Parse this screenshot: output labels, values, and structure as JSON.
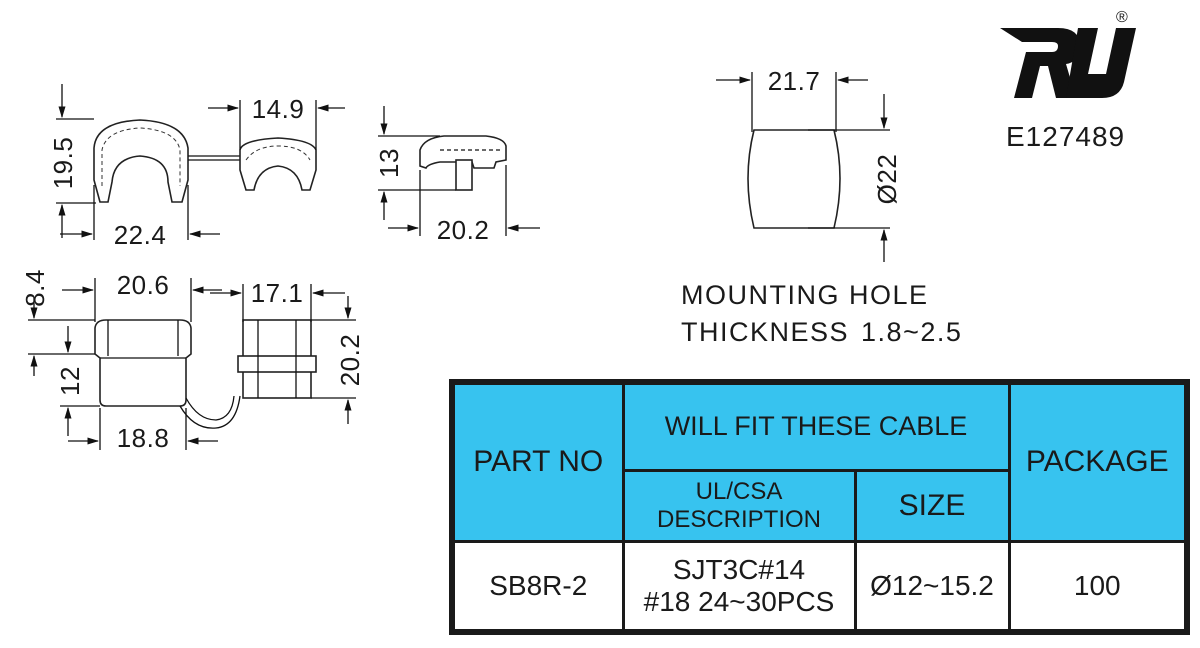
{
  "drawing": {
    "dimensions": {
      "side_height": "19.5",
      "side_width": "22.4",
      "cap_width": "14.9",
      "profile_height": "13",
      "profile_width": "20.2",
      "front_height_top": "8.4",
      "front_width": "20.6",
      "front_height_body": "12",
      "front_width_bottom": "18.8",
      "cap_front_width": "17.1",
      "cap_front_height": "20.2",
      "hole_width": "21.7",
      "hole_diameter": "Ø22"
    },
    "mounting_hole_label": "MOUNTING HOLE",
    "thickness_label": "THICKNESS",
    "thickness_value": "1.8~2.5"
  },
  "certification": {
    "registered_mark": "®",
    "file_number": "E127489"
  },
  "table": {
    "headers": {
      "part_no": "PART NO",
      "will_fit": "WILL FIT THESE CABLE",
      "ul_csa_line1": "UL/CSA",
      "ul_csa_line2": "DESCRIPTION",
      "size": "SIZE",
      "package": "PACKAGE"
    },
    "row": {
      "part_no": "SB8R-2",
      "description_line1": "SJT3C#14",
      "description_line2": "#18 24~30PCS",
      "size": "Ø12~15.2",
      "package": "100"
    }
  },
  "colors": {
    "header_fill": "#37c3ef",
    "line": "#1a1a1a"
  }
}
